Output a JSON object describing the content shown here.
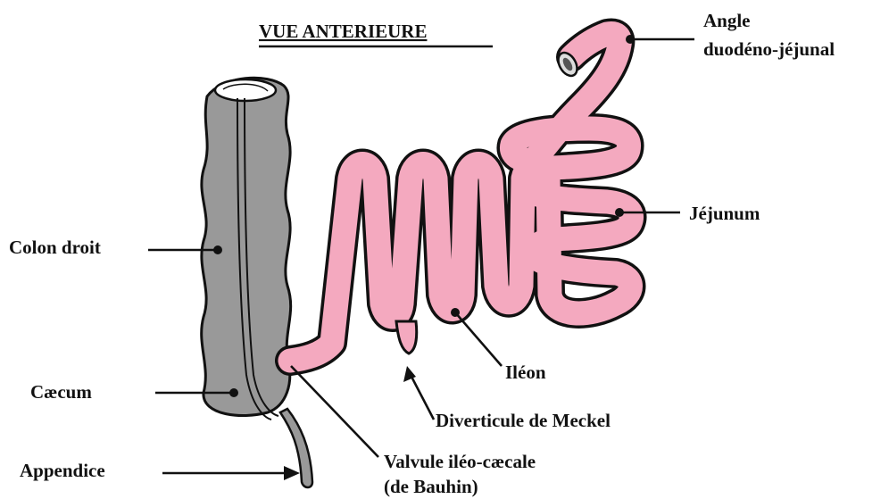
{
  "title": "VUE ANTERIEURE",
  "labels": {
    "angle_line1": "Angle",
    "angle_line2": "duodéno-jéjunal",
    "jejunum": "Jéjunum",
    "colon": "Colon droit",
    "ileon": "Iléon",
    "caecum": "Cæcum",
    "meckel": "Diverticule de Meckel",
    "valvule_line1": "Valvule iléo-cæcale",
    "valvule_line2": "(de Bauhin)",
    "appendice": "Appendice"
  },
  "colors": {
    "intestine_fill": "#f4a9bf",
    "colon_fill": "#999999",
    "outline": "#111111",
    "background": "#ffffff"
  }
}
